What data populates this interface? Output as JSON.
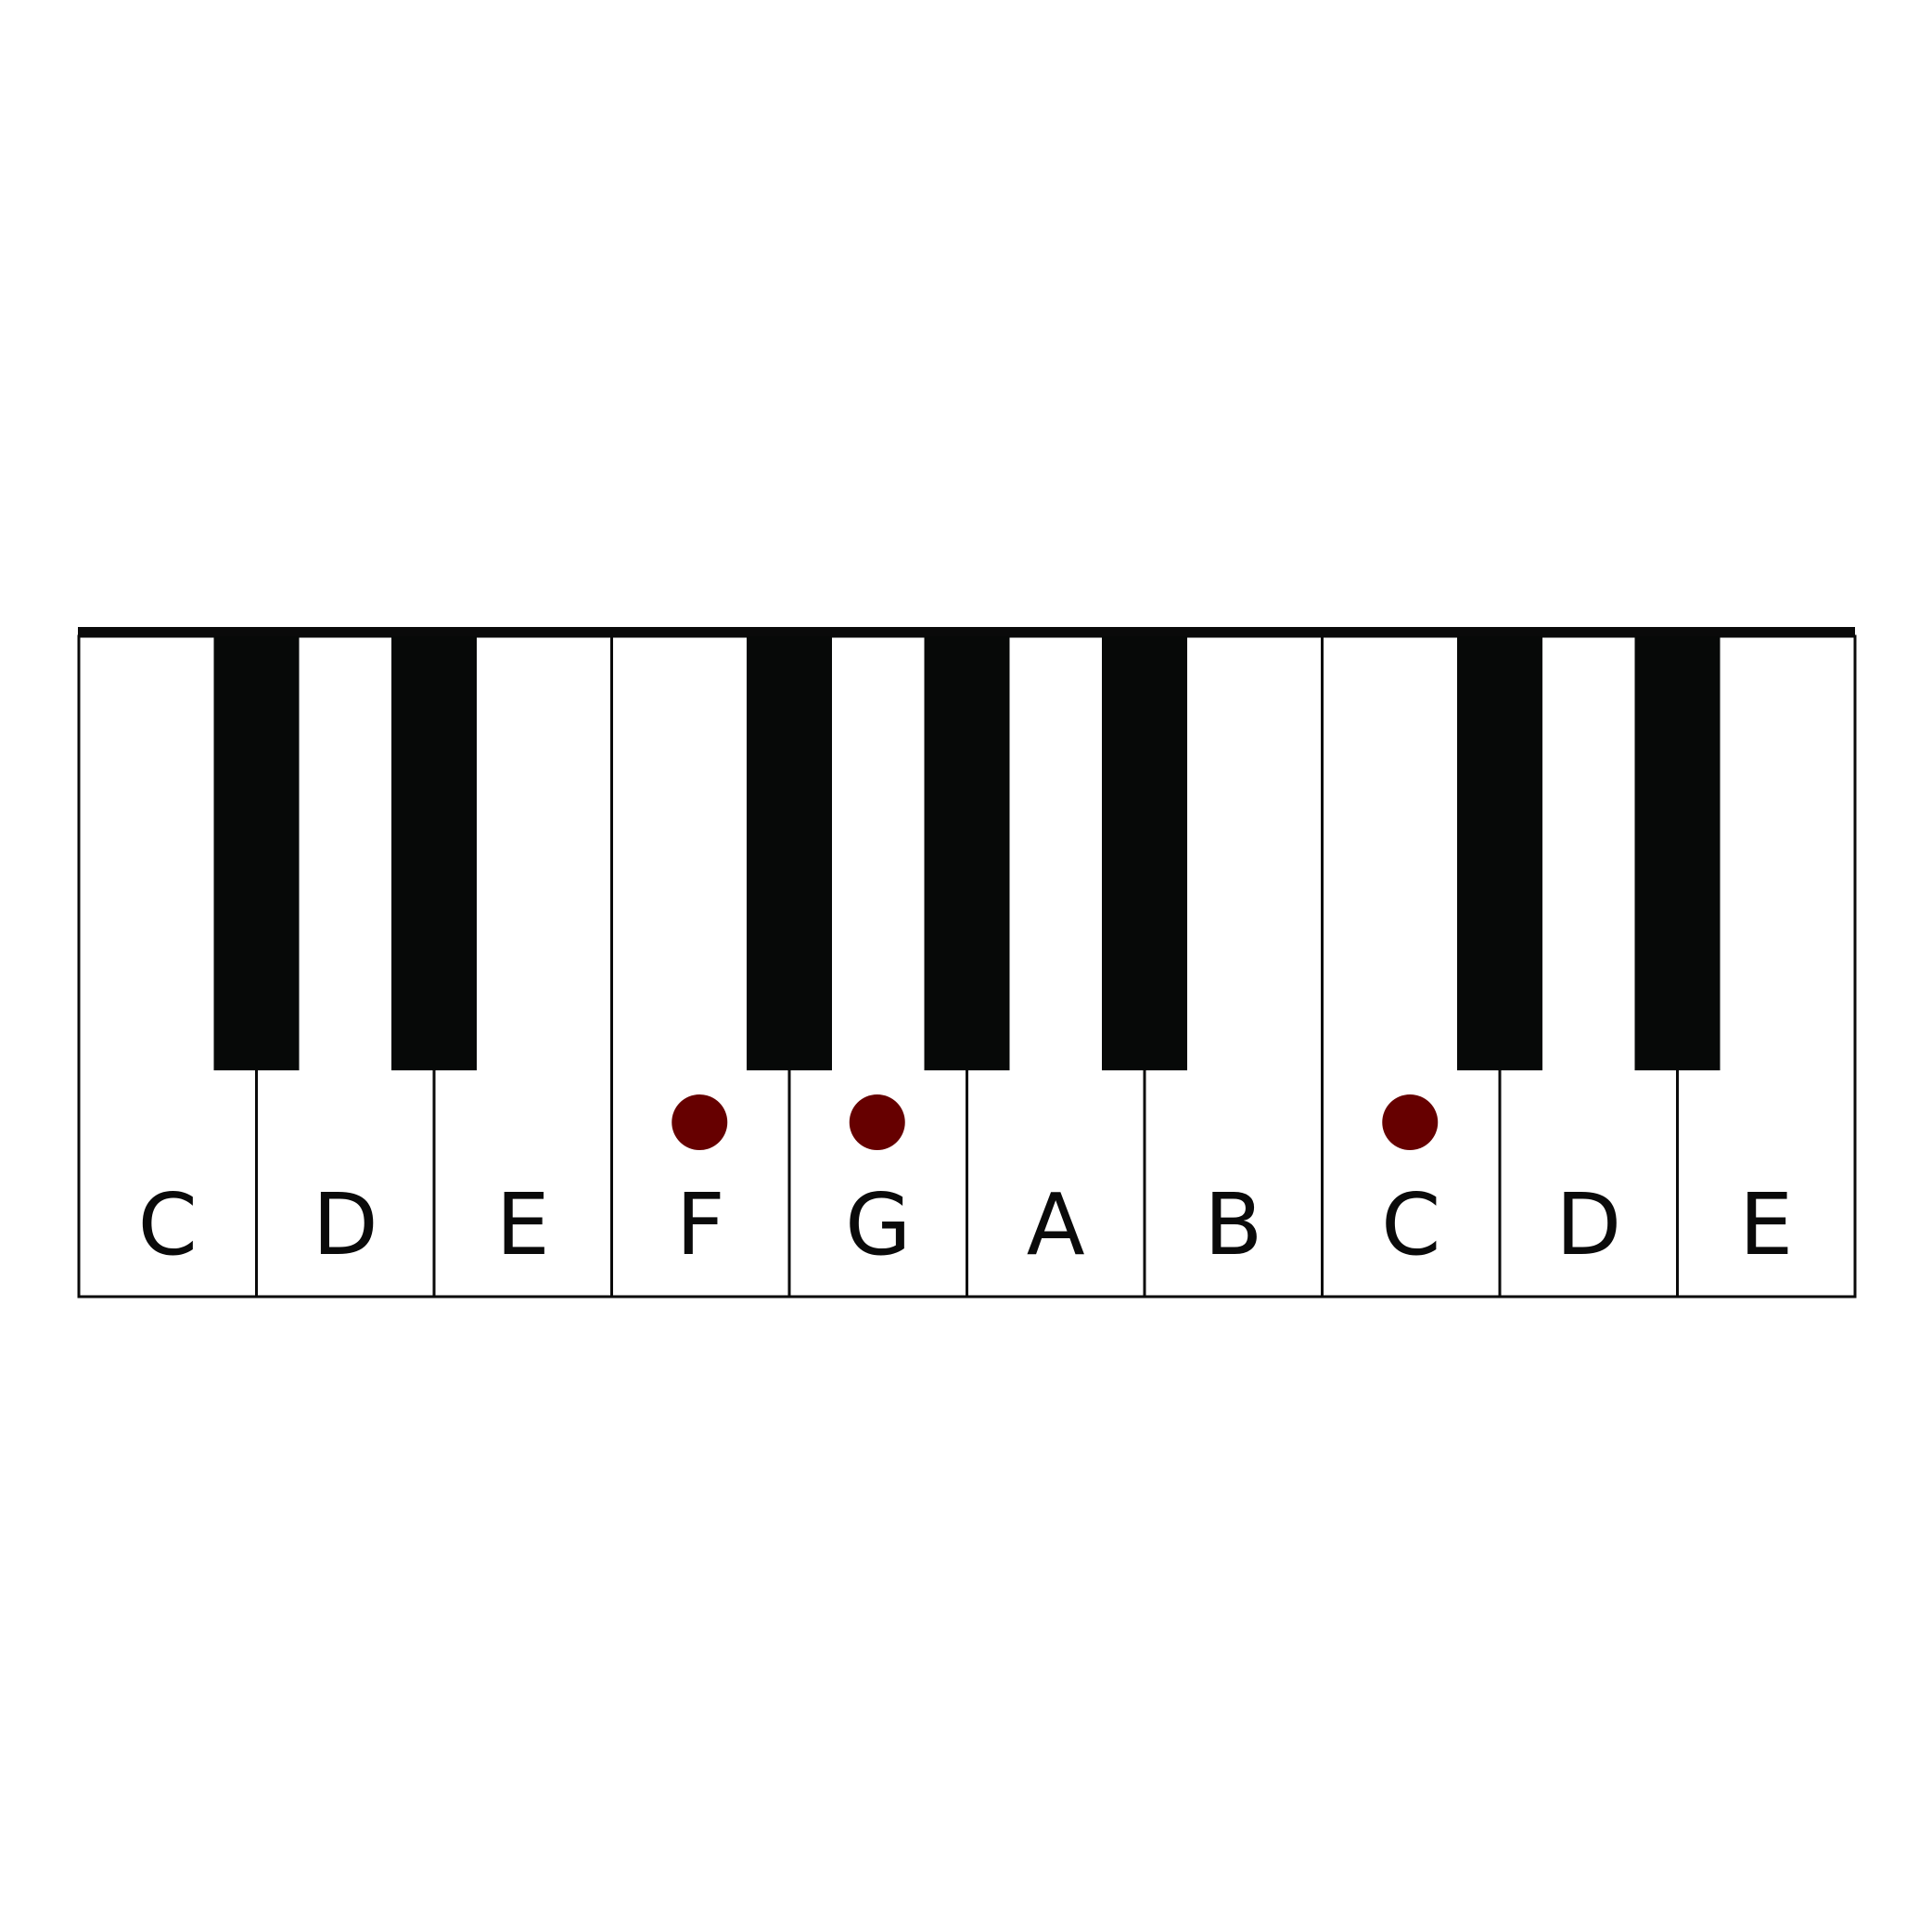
{
  "white_keys": [
    {
      "note": "C",
      "marked": false
    },
    {
      "note": "D",
      "marked": false
    },
    {
      "note": "E",
      "marked": false
    },
    {
      "note": "F",
      "marked": true
    },
    {
      "note": "G",
      "marked": true
    },
    {
      "note": "A",
      "marked": false
    },
    {
      "note": "B",
      "marked": false
    },
    {
      "note": "C",
      "marked": true
    },
    {
      "note": "D",
      "marked": false
    },
    {
      "note": "E",
      "marked": false
    }
  ],
  "black_key_after_white_index": [
    0,
    1,
    3,
    4,
    5,
    7,
    8
  ],
  "colors": {
    "marker": "#660000",
    "black_key": "#070908",
    "outline": "#0a0a0a",
    "background": "#ffffff"
  }
}
